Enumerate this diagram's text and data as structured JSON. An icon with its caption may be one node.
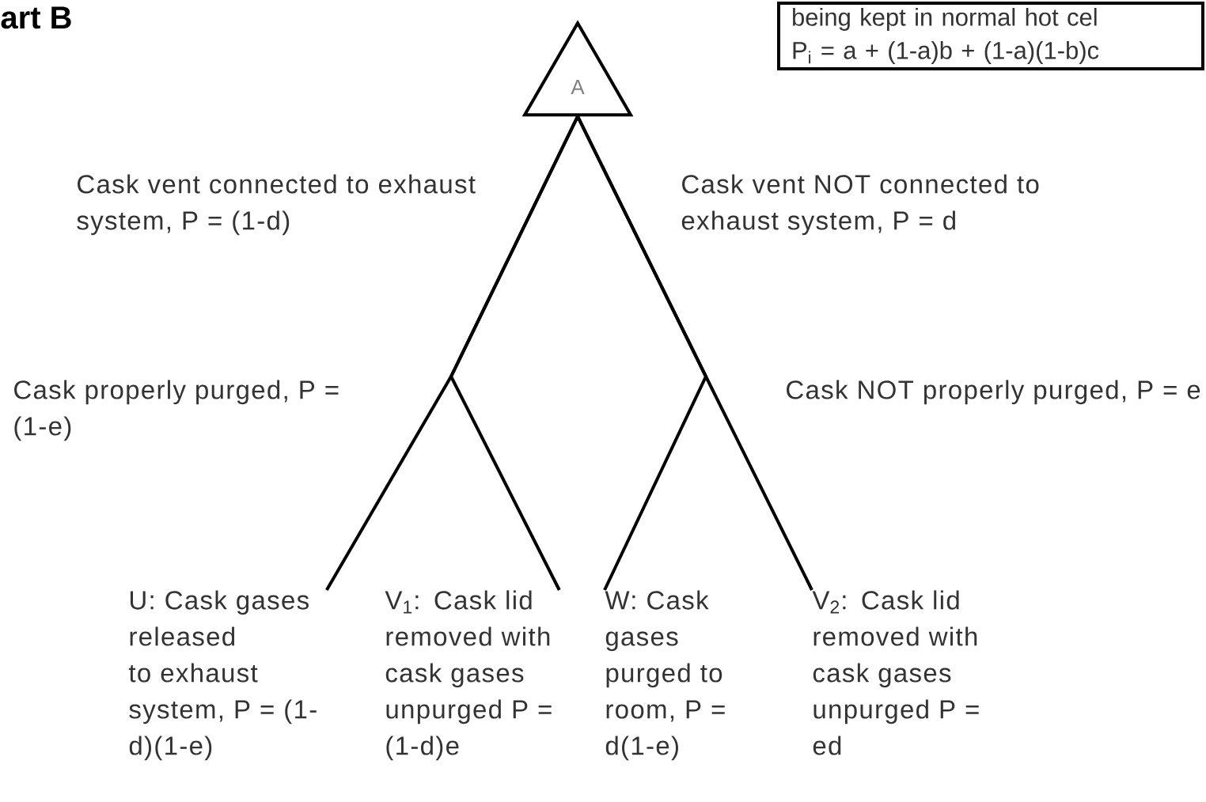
{
  "diagram": {
    "title": "art B",
    "nodes": [
      {
        "text": [
          "A"
        ]
      },
      {
        "text": [
          "U: Cask gases released to exhaust system, P = (1-d)(1-e)"
        ]
      },
      {
        "text": [
          "V$_{1}$: Cask lid removed with cask gases unpurged P = (1-d)e"
        ]
      },
      {
        "text": [
          "W: Cask gases purged to room, P = d(1-e)"
        ]
      },
      {
        "text": [
          "V$_{2}$: Cask lid removed with cask gases unpurged P = ed"
        ]
      },
      {
        "text": [
          "being kept in normal hot cel",
          "P$_{i}$ = a + (1-a)b + (1-a)(1-b)c"
        ]
      }
    ],
    "edges": [
      {
        "from": 0,
        "to": 1,
        "arrow": "none"
      },
      {
        "from": 0,
        "to": 2,
        "arrow": "none"
      },
      {
        "from": 0,
        "to": 3,
        "arrow": "none"
      },
      {
        "from": 0,
        "to": 4,
        "arrow": "none"
      }
    ],
    "labels": [
      "Cask vent connected to exhaust system, P = (1-d)",
      "Cask vent NOT connected to exhaust system, P = d",
      "Cask properly purged, P = (1-e)",
      "Cask NOT properly purged, P = e"
    ]
  }
}
